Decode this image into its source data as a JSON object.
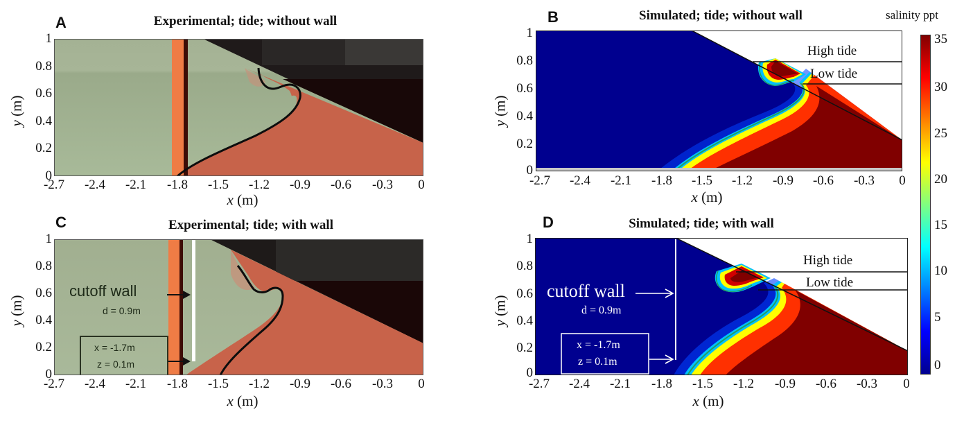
{
  "chart_data": [
    {
      "panel": "A",
      "type": "heatmap",
      "title": "Experimental;  tide; without wall",
      "xlabel": "x (m)",
      "ylabel": "y (m)",
      "xticks": [
        "-2.7",
        "-2.4",
        "-2.1",
        "-1.8",
        "-1.5",
        "-1.2",
        "-0.9",
        "-0.6",
        "-0.3",
        "0"
      ],
      "yticks": [
        "0",
        "0.2",
        "0.4",
        "0.6",
        "0.8",
        "1"
      ],
      "xlim": [
        -2.7,
        0
      ],
      "ylim": [
        0,
        1
      ],
      "description": "Photograph of lab tank: freshwater (green) region left, dyed saltwater wedge (red) bottom right; black contour line traces the 50% salinity interface from toe near x=-1.57 at y=0, bulging to x≈-0.78 at y≈0.55 with an upper saline lens near x≈-1.1 to -0.8, y 0.55–0.73.",
      "interface_contour": [
        [
          -1.57,
          0
        ],
        [
          -1.4,
          0.12
        ],
        [
          -1.1,
          0.28
        ],
        [
          -0.85,
          0.42
        ],
        [
          -0.76,
          0.55
        ],
        [
          -0.83,
          0.6
        ],
        [
          -0.95,
          0.55
        ],
        [
          -1.05,
          0.62
        ],
        [
          -1.08,
          0.74
        ]
      ]
    },
    {
      "panel": "B",
      "type": "heatmap",
      "title": "Simulated; tide; without wall",
      "xlabel": "x (m)",
      "ylabel": "y (m)",
      "xticks": [
        "-2.7",
        "-2.4",
        "-2.1",
        "-1.8",
        "-1.5",
        "-1.2",
        "-0.9",
        "-0.6",
        "-0.3",
        "0"
      ],
      "yticks": [
        "0",
        "0.2",
        "0.4",
        "0.6",
        "0.8",
        "1"
      ],
      "xlim": [
        -2.7,
        0
      ],
      "ylim": [
        0,
        1
      ],
      "annotations": [
        "High tide",
        "Low tide"
      ],
      "high_tide_y": 0.775,
      "low_tide_y": 0.625,
      "toe_x": -1.65,
      "colorbar": {
        "label": "salinity ppt",
        "min": 0,
        "max": 35
      }
    },
    {
      "panel": "C",
      "type": "heatmap",
      "title": "Experimental; tide; with wall",
      "xlabel": "x (m)",
      "ylabel": "y (m)",
      "xticks": [
        "-2.7",
        "-2.4",
        "-2.1",
        "-1.8",
        "-1.5",
        "-1.2",
        "-0.9",
        "-0.6",
        "-0.3",
        "0"
      ],
      "yticks": [
        "0",
        "0.2",
        "0.4",
        "0.6",
        "0.8",
        "1"
      ],
      "xlim": [
        -2.7,
        0
      ],
      "ylim": [
        0,
        1
      ],
      "annotations": [
        "cutoff wall",
        "d = 0.9m",
        "x = -1.7m",
        "z = 0.1m"
      ],
      "wall": {
        "x": -1.7,
        "bottom_y": 0.1,
        "top_y": 1.0
      },
      "toe_x": -1.48
    },
    {
      "panel": "D",
      "type": "heatmap",
      "title": "Simulated; tide; with wall",
      "xlabel": "x (m)",
      "ylabel": "y (m)",
      "xticks": [
        "-2.7",
        "-2.4",
        "-2.1",
        "-1.8",
        "-1.5",
        "-1.2",
        "-0.9",
        "-0.6",
        "-0.3",
        "0"
      ],
      "yticks": [
        "0",
        "0.2",
        "0.4",
        "0.6",
        "0.8",
        "1"
      ],
      "xlim": [
        -2.7,
        0
      ],
      "ylim": [
        0,
        1
      ],
      "annotations": [
        "cutoff wall",
        "d = 0.9m",
        "x = -1.7m",
        "z = 0.1m",
        "High tide",
        "Low tide"
      ],
      "wall": {
        "x": -1.7,
        "bottom_y": 0.1,
        "top_y": 1.0
      },
      "toe_x": -1.5,
      "colorbar": {
        "label": "salinity ppt",
        "min": 0,
        "max": 35
      }
    }
  ],
  "colorbar": {
    "title": "salinity ppt",
    "ticks": [
      "35",
      "30",
      "25",
      "20",
      "15",
      "10",
      "5",
      "0"
    ],
    "min": 0,
    "max": 35,
    "colormap": "jet"
  },
  "panels": {
    "a": {
      "letter": "A",
      "title": "Experimental;  tide; without wall"
    },
    "b": {
      "letter": "B",
      "title": "Simulated; tide; without wall",
      "high_tide": "High tide",
      "low_tide": "Low tide"
    },
    "c": {
      "letter": "C",
      "title": "Experimental; tide; with wall",
      "wall_label": "cutoff wall",
      "depth": "d = 0.9m",
      "pos_x": "x = -1.7m",
      "pos_z": "z = 0.1m"
    },
    "d": {
      "letter": "D",
      "title": "Simulated; tide; with wall",
      "wall_label": "cutoff wall",
      "depth": "d = 0.9m",
      "pos_x": "x = -1.7m",
      "pos_z": "z = 0.1m",
      "high_tide": "High tide",
      "low_tide": "Low tide"
    }
  },
  "axes": {
    "xticks": [
      "-2.7",
      "-2.4",
      "-2.1",
      "-1.8",
      "-1.5",
      "-1.2",
      "-0.9",
      "-0.6",
      "-0.3",
      "0"
    ],
    "yticks": [
      "1",
      "0.8",
      "0.6",
      "0.4",
      "0.2",
      "0"
    ],
    "xlabel_var": "x",
    "ylabel_var": "y",
    "unit": " (m)"
  },
  "colors": {
    "fresh_exp": "#a9b99a",
    "salt_exp": "#c8654a",
    "dark_bg": "#1c1414",
    "sim_fresh": "#00008f",
    "sim_salt": "#800000"
  }
}
